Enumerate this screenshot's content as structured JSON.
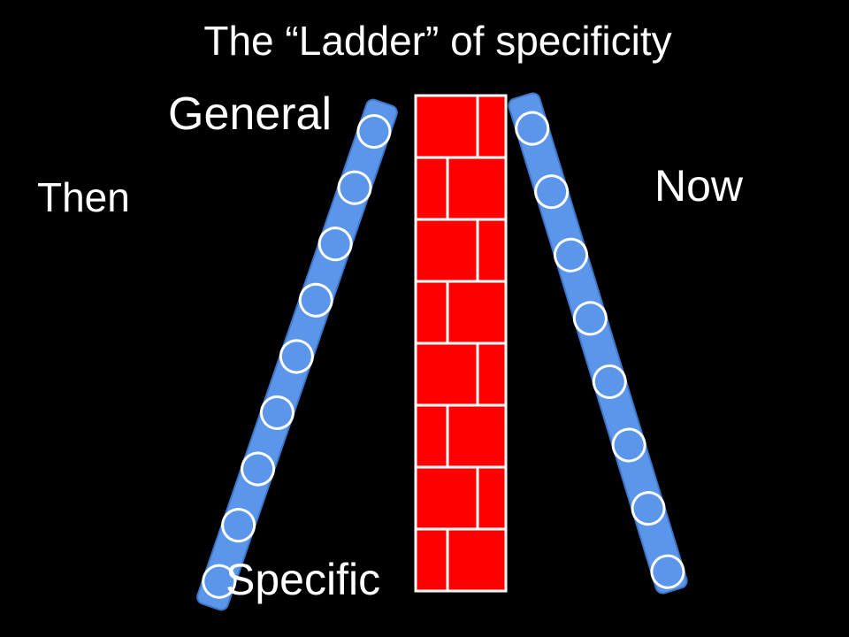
{
  "slide": {
    "title": "The “Ladder” of specificity",
    "label_top": "General",
    "label_bottom": "Specific",
    "label_left": "Then",
    "label_right": "Now"
  },
  "colors": {
    "background": "#000000",
    "text": "#ffffff",
    "ladder_fill": "#5b96ea",
    "ladder_rung_stroke": "#ffffff",
    "brick_fill": "#ff0000",
    "brick_stroke": "#ffffff"
  },
  "ladders": [
    {
      "name": "left-ladder",
      "rungs": 9
    },
    {
      "name": "right-ladder",
      "rungs": 8
    }
  ],
  "wall": {
    "brick_rows": 8
  }
}
